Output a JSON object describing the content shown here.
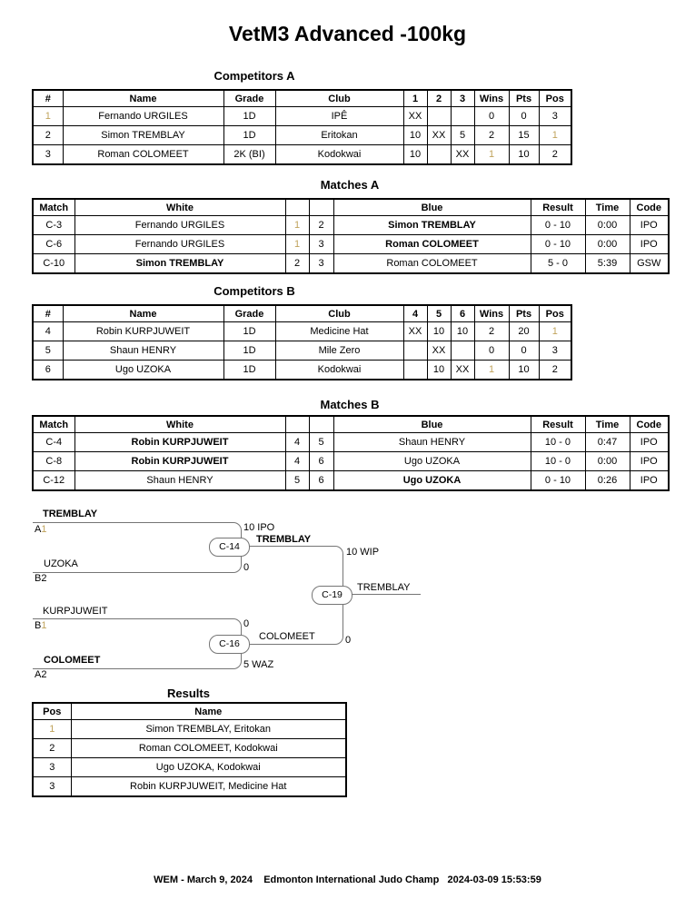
{
  "page": {
    "title": "VetM3 Advanced -100kg",
    "footer": "WEM - March 9, 2024    Edmonton International Judo Champ   2024-03-09 15:53:59"
  },
  "competitors_a": {
    "section_title": "Competitors A",
    "headers": {
      "num": "#",
      "name": "Name",
      "grade": "Grade",
      "club": "Club",
      "c1": "1",
      "c2": "2",
      "c3": "3",
      "wins": "Wins",
      "pts": "Pts",
      "pos": "Pos"
    },
    "rows": [
      {
        "num": "1",
        "name": "Fernando URGILES",
        "grade": "1D",
        "club": "IPÊ",
        "c1": "XX",
        "c2": "",
        "c3": "",
        "wins": "0",
        "pts": "0",
        "pos": "3"
      },
      {
        "num": "2",
        "name": "Simon TREMBLAY",
        "grade": "1D",
        "club": "Eritokan",
        "c1": "10",
        "c2": "XX",
        "c3": "5",
        "wins": "2",
        "pts": "15",
        "pos": "1"
      },
      {
        "num": "3",
        "name": "Roman COLOMEET",
        "grade": "2K (BI)",
        "club": "Kodokwai",
        "c1": "10",
        "c2": "",
        "c3": "XX",
        "wins": "1",
        "pts": "10",
        "pos": "2"
      }
    ]
  },
  "matches_a": {
    "section_title": "Matches A",
    "headers": {
      "match": "Match",
      "white": "White",
      "blue": "Blue",
      "result": "Result",
      "time": "Time",
      "code": "Code"
    },
    "rows": [
      {
        "match": "C-3",
        "white": "Fernando URGILES",
        "wnum": "1",
        "bnum": "2",
        "blue": "Simon TREMBLAY",
        "result": "0 - 10",
        "time": "0:00",
        "code": "IPO"
      },
      {
        "match": "C-6",
        "white": "Fernando URGILES",
        "wnum": "1",
        "bnum": "3",
        "blue": "Roman COLOMEET",
        "result": "0 - 10",
        "time": "0:00",
        "code": "IPO"
      },
      {
        "match": "C-10",
        "white": "Simon TREMBLAY",
        "wnum": "2",
        "bnum": "3",
        "blue": "Roman COLOMEET",
        "result": "5 - 0",
        "time": "5:39",
        "code": "GSW"
      }
    ]
  },
  "competitors_b": {
    "section_title": "Competitors B",
    "headers": {
      "num": "#",
      "name": "Name",
      "grade": "Grade",
      "club": "Club",
      "c1": "4",
      "c2": "5",
      "c3": "6",
      "wins": "Wins",
      "pts": "Pts",
      "pos": "Pos"
    },
    "rows": [
      {
        "num": "4",
        "name": "Robin KURPJUWEIT",
        "grade": "1D",
        "club": "Medicine Hat",
        "c1": "XX",
        "c2": "10",
        "c3": "10",
        "wins": "2",
        "pts": "20",
        "pos": "1"
      },
      {
        "num": "5",
        "name": "Shaun HENRY",
        "grade": "1D",
        "club": "Mile Zero",
        "c1": "",
        "c2": "XX",
        "c3": "",
        "wins": "0",
        "pts": "0",
        "pos": "3"
      },
      {
        "num": "6",
        "name": "Ugo UZOKA",
        "grade": "1D",
        "club": "Kodokwai",
        "c1": "",
        "c2": "10",
        "c3": "XX",
        "wins": "1",
        "pts": "10",
        "pos": "2"
      }
    ]
  },
  "matches_b": {
    "section_title": "Matches B",
    "headers": {
      "match": "Match",
      "white": "White",
      "blue": "Blue",
      "result": "Result",
      "time": "Time",
      "code": "Code"
    },
    "rows": [
      {
        "match": "C-4",
        "white": "Robin KURPJUWEIT",
        "wnum": "4",
        "bnum": "5",
        "blue": "Shaun HENRY",
        "result": "10 - 0",
        "time": "0:47",
        "code": "IPO"
      },
      {
        "match": "C-8",
        "white": "Robin KURPJUWEIT",
        "wnum": "4",
        "bnum": "6",
        "blue": "Ugo UZOKA",
        "result": "10 - 0",
        "time": "0:00",
        "code": "IPO"
      },
      {
        "match": "C-12",
        "white": "Shaun HENRY",
        "wnum": "5",
        "bnum": "6",
        "blue": "Ugo UZOKA",
        "result": "0 - 10",
        "time": "0:26",
        "code": "IPO"
      }
    ]
  },
  "bracket": {
    "seeds": [
      {
        "name": "TREMBLAY",
        "tag_letter": "A",
        "tag_num": "1"
      },
      {
        "name": "UZOKA",
        "tag_letter": "B",
        "tag_num": "2"
      },
      {
        "name": "KURPJUWEIT",
        "tag_letter": "B",
        "tag_num": "1"
      },
      {
        "name": "COLOMEET",
        "tag_letter": "A",
        "tag_num": "2"
      }
    ],
    "matches": [
      {
        "code": "C-14",
        "top_score": "10 IPO",
        "bottom_score": "0",
        "winner": "TREMBLAY"
      },
      {
        "code": "C-16",
        "top_score": "0",
        "bottom_score": "5 WAZ",
        "winner": "COLOMEET"
      },
      {
        "code": "C-19",
        "top_score": "10 WIP",
        "bottom_score": "0",
        "winner": "TREMBLAY"
      }
    ]
  },
  "results": {
    "section_title": "Results",
    "headers": {
      "pos": "Pos",
      "name": "Name"
    },
    "rows": [
      {
        "pos": "1",
        "name": "Simon TREMBLAY, Eritokan"
      },
      {
        "pos": "2",
        "name": "Roman COLOMEET, Kodokwai"
      },
      {
        "pos": "3",
        "name": "Ugo UZOKA, Kodokwai"
      },
      {
        "pos": "3",
        "name": "Robin KURPJUWEIT, Medicine Hat"
      }
    ]
  },
  "colors": {
    "gold": "#c0a35c",
    "table_border": "#000000",
    "bracket_line": "#757575"
  }
}
